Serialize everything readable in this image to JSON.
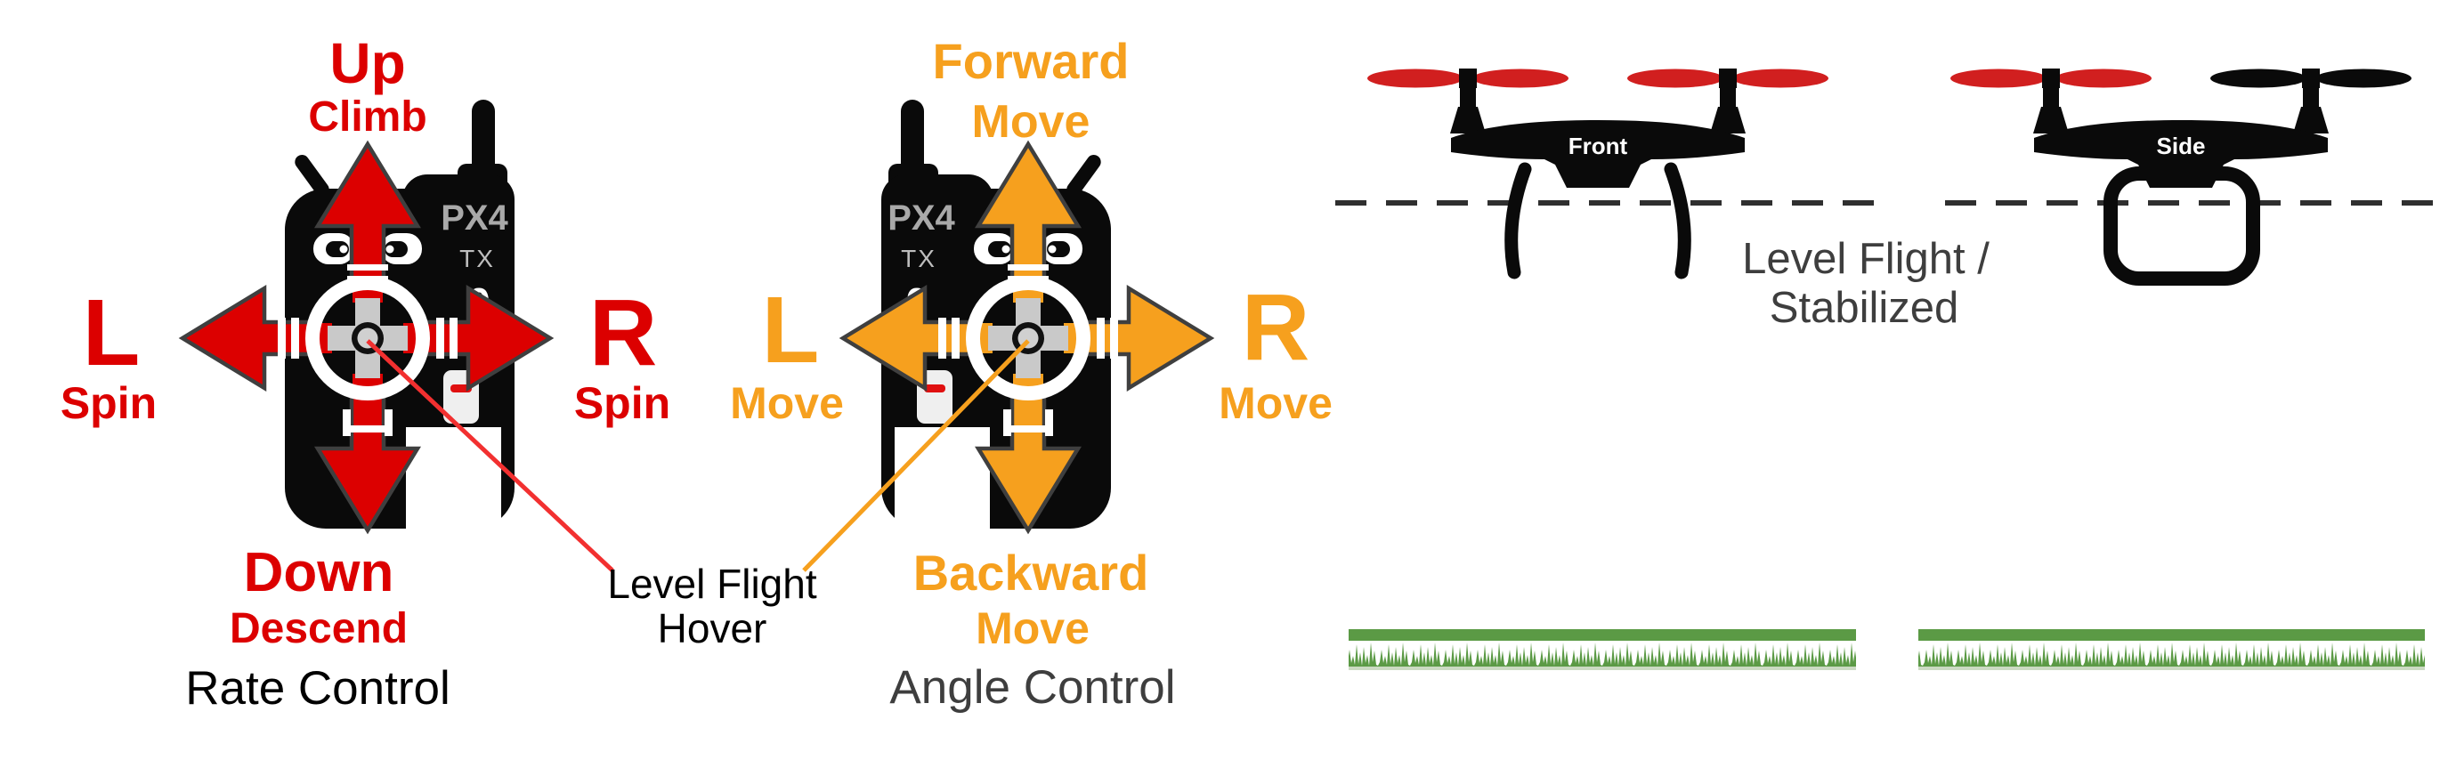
{
  "colors": {
    "red": "#DC0000",
    "orange": "#F6A01E",
    "pointerRed": "#F23030",
    "pointerOrange": "#F6A01E",
    "ink": "#000000",
    "gray": "#3E3E3E",
    "brand": "#A9A9A9",
    "brandSub": "#BDBDBD",
    "outline": "#3F3F3F",
    "dpad": "#C9C9C9",
    "dpadDot": "#D0D0D0",
    "black": "#0A0A0A",
    "white": "#FFFFFF",
    "propRed": "#D11F1F",
    "grass": "#5B9A45",
    "grassEdge": "#CBDAC2",
    "dash": "#2F2F2F",
    "switchRed": "#E01010"
  },
  "rate_control": {
    "up": "Up",
    "up_sub": "Climb",
    "left": "L",
    "left_sub": "Spin",
    "right": "R",
    "right_sub": "Spin",
    "down": "Down",
    "down_sub": "Descend",
    "caption": "Rate Control",
    "brand": "PX4",
    "brand_sub": "TX",
    "knob": "0"
  },
  "angle_control": {
    "up": "Forward",
    "up_sub": "Move",
    "left": "L",
    "left_sub": "Move",
    "right": "R",
    "right_sub": "Move",
    "down": "Backward",
    "down_sub": "Move",
    "caption": "Angle Control",
    "brand": "PX4",
    "brand_sub": "TX",
    "knob": "0"
  },
  "stick_note": {
    "line1": "Level Flight",
    "line2": "Hover"
  },
  "flight_note": {
    "line1": "Level Flight /",
    "line2": "Stabilized"
  },
  "drones": {
    "front_label": "Front",
    "side_label": "Side"
  }
}
